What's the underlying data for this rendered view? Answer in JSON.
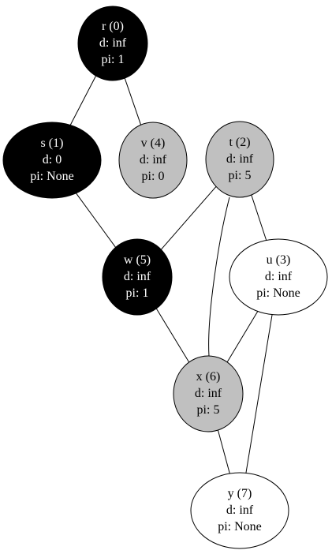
{
  "graph": {
    "nodes": [
      {
        "id": "r",
        "label": "r (0)",
        "d": "d: inf",
        "pi": "pi: 1",
        "fill": "#000000",
        "text_color": "#ffffff"
      },
      {
        "id": "s",
        "label": "s (1)",
        "d": "d: 0",
        "pi": "pi: None",
        "fill": "#000000",
        "text_color": "#ffffff"
      },
      {
        "id": "v",
        "label": "v (4)",
        "d": "d: inf",
        "pi": "pi: 0",
        "fill": "#c0c0c0",
        "text_color": "#000000"
      },
      {
        "id": "t",
        "label": "t (2)",
        "d": "d: inf",
        "pi": "pi: 5",
        "fill": "#c0c0c0",
        "text_color": "#000000"
      },
      {
        "id": "w",
        "label": "w (5)",
        "d": "d: inf",
        "pi": "pi: 1",
        "fill": "#000000",
        "text_color": "#ffffff"
      },
      {
        "id": "u",
        "label": "u (3)",
        "d": "d: inf",
        "pi": "pi: None",
        "fill": "#ffffff",
        "text_color": "#000000"
      },
      {
        "id": "x",
        "label": "x (6)",
        "d": "d: inf",
        "pi": "pi: 5",
        "fill": "#c0c0c0",
        "text_color": "#000000"
      },
      {
        "id": "y",
        "label": "y (7)",
        "d": "d: inf",
        "pi": "pi: None",
        "fill": "#ffffff",
        "text_color": "#000000"
      }
    ],
    "edges": [
      [
        "r",
        "s"
      ],
      [
        "r",
        "v"
      ],
      [
        "s",
        "w"
      ],
      [
        "t",
        "w"
      ],
      [
        "t",
        "u"
      ],
      [
        "t",
        "x"
      ],
      [
        "w",
        "x"
      ],
      [
        "u",
        "x"
      ],
      [
        "u",
        "y"
      ],
      [
        "x",
        "y"
      ]
    ]
  }
}
